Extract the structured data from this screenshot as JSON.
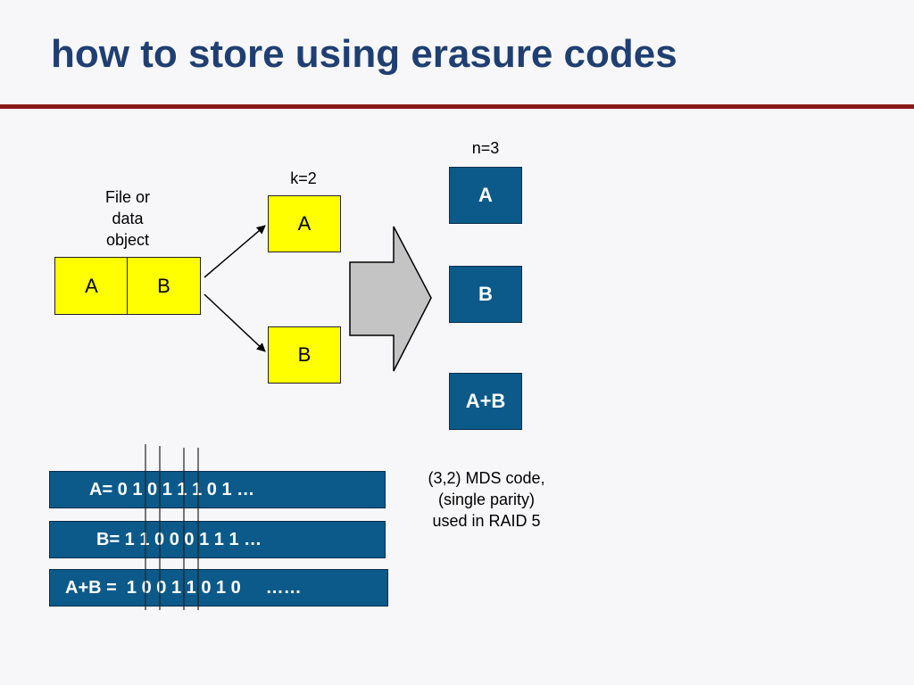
{
  "slide": {
    "title": "how to store using erasure codes"
  },
  "diagram": {
    "file_label": [
      "File or",
      "data",
      "object"
    ],
    "file_parts": [
      "A",
      "B"
    ],
    "k_label": "k=2",
    "k_blocks": [
      "A",
      "B"
    ],
    "n_label": "n=3",
    "n_blocks": [
      "A",
      "B",
      "A+B"
    ],
    "caption": [
      "(3,2) MDS code,",
      "(single parity)",
      "used in RAID 5"
    ],
    "rows": [
      "A= 0 1 0 1 1 1 0 1 …",
      "B= 1 1 0 0 0 1 1 1 …",
      "A+B =  1 0 0 1 1 0 1 0     ……"
    ]
  },
  "colors": {
    "title": "#1f3f73",
    "rule": "#8b1a1a",
    "yellow": "#ffff00",
    "blue": "#0b5a8a",
    "arrow_gray": "#c4c4c4"
  }
}
